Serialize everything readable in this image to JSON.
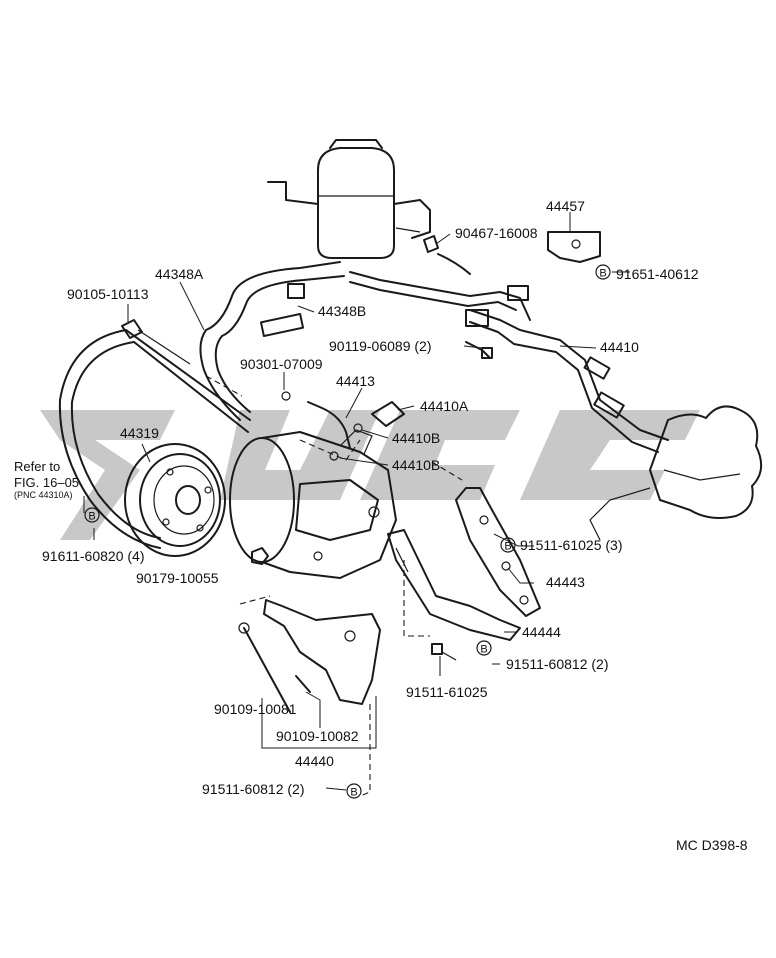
{
  "diagram_code": "MC D398-8",
  "note": {
    "line1": "Refer to",
    "line2": "FIG. 16–05",
    "line3": "(PNC 44310A)"
  },
  "bolt_symbol": "B",
  "part_labels": {
    "p44457": "44457",
    "p90467": "90467-16008",
    "p91651": "91651-40612",
    "p44348A": "44348A",
    "p90105": "90105-10113",
    "p44348B": "44348B",
    "p90119": "90119-06089 (2)",
    "p44410": "44410",
    "p90301": "90301-07009",
    "p44413": "44413",
    "p44410A": "44410A",
    "p44410B_1": "44410B",
    "p44319": "44319",
    "p44410B_2": "44410B",
    "p91611": "91611-60820 (4)",
    "p91511_61025_3": "91511-61025 (3)",
    "p90179": "90179-10055",
    "p44443": "44443",
    "p44444": "44444",
    "p91511_60812_2a": "91511-60812 (2)",
    "p91511_61025": "91511-61025",
    "p90109_10081": "90109-10081",
    "p90109_10082": "90109-10082",
    "p44440": "44440",
    "p91511_60812_2b": "91511-60812 (2)"
  },
  "colors": {
    "line": "#1a1a1a",
    "watermark": "#9a9a9a",
    "background": "#ffffff"
  }
}
